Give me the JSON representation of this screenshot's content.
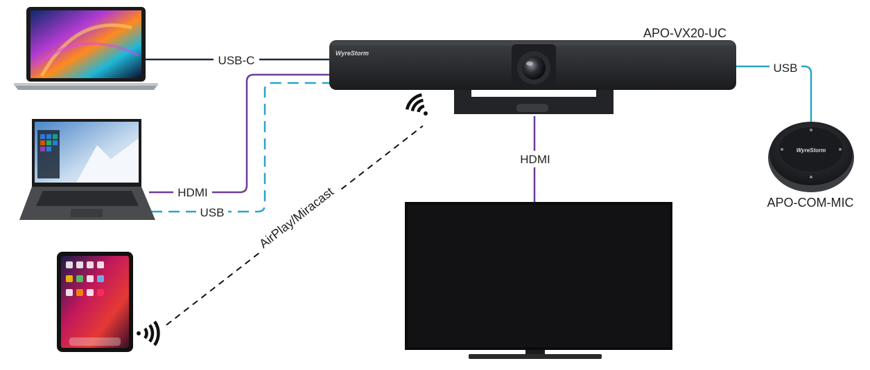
{
  "devices": {
    "video_bar": {
      "name": "APO-VX20-UC",
      "brand": "WyreStorm"
    },
    "mic": {
      "name": "APO-COM-MIC",
      "brand": "WyreStorm"
    },
    "laptop_top": {
      "icon": "laptop-icon"
    },
    "laptop_mid": {
      "icon": "laptop-icon"
    },
    "tablet": {
      "icon": "tablet-icon"
    },
    "tv": {
      "icon": "tv-icon"
    }
  },
  "connections": {
    "usb_c": "USB-C",
    "hdmi_laptop": "HDMI",
    "usb_laptop": "USB",
    "usb_mic": "USB",
    "hdmi_tv": "HDMI",
    "airplay": "AirPlay/Miracast"
  },
  "colors": {
    "usb_c_line": "#1b2a44",
    "hdmi_line": "#6a3d9a",
    "usb_line": "#29a3c9",
    "wireless_line": "#111111"
  }
}
